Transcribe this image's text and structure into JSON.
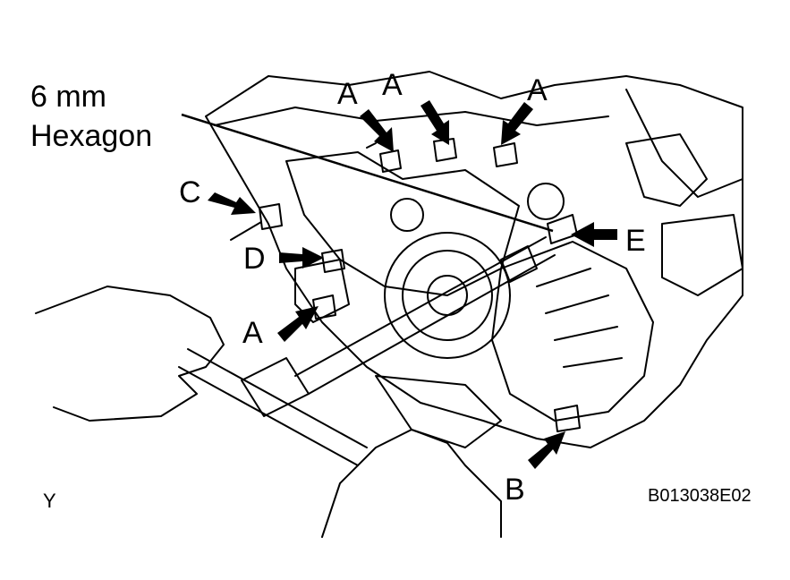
{
  "callout": {
    "line1": "6 mm",
    "line2": "Hexagon"
  },
  "labels": {
    "a1": "A",
    "a2": "A",
    "a3": "A",
    "a4": "A",
    "b": "B",
    "c": "C",
    "d": "D",
    "e": "E"
  },
  "corner_mark": "Y",
  "figure_id": "B013038E02",
  "colors": {
    "line": "#000000",
    "background": "#ffffff"
  }
}
